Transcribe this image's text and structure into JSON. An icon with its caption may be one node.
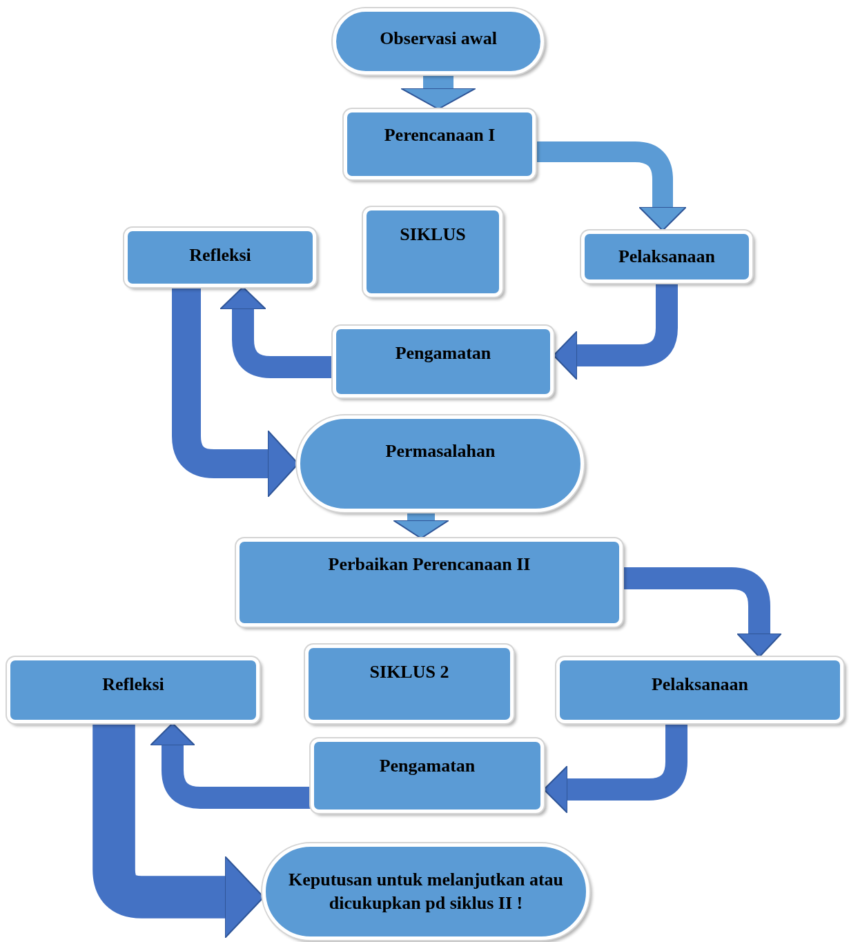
{
  "diagram": {
    "nodes": [
      {
        "text": [
          "Observasi awal"
        ]
      },
      {
        "text": [
          "Perencanaan I"
        ]
      },
      {
        "text": [
          "SIKLUS"
        ]
      },
      {
        "text": [
          "Refleksi"
        ]
      },
      {
        "text": [
          "Pelaksanaan"
        ]
      },
      {
        "text": [
          "Pengamatan"
        ]
      },
      {
        "text": [
          "Permasalahan"
        ]
      },
      {
        "text": [
          "Perbaikan Perencanaan II"
        ]
      },
      {
        "text": [
          "SIKLUS 2"
        ]
      },
      {
        "text": [
          "Refleksi"
        ]
      },
      {
        "text": [
          "Pelaksanaan"
        ]
      },
      {
        "text": [
          "Pengamatan"
        ]
      },
      {
        "text": [
          "Keputusan untuk melanjutkan atau dicukupkan pd siklus II !"
        ]
      }
    ],
    "edges": [
      {
        "from": 0,
        "to": 1,
        "arrow": "to",
        "color": "#5b9bd5"
      },
      {
        "from": 1,
        "to": 4,
        "arrow": "to",
        "color": "#5b9bd5"
      },
      {
        "from": 4,
        "to": 5,
        "arrow": "to"
      },
      {
        "from": 5,
        "to": 3,
        "arrow": "to"
      },
      {
        "from": 3,
        "to": 6,
        "arrow": "to"
      },
      {
        "from": 6,
        "to": 7,
        "arrow": "to",
        "color": "#5b9bd5"
      },
      {
        "from": 7,
        "to": 10,
        "arrow": "to"
      },
      {
        "from": 10,
        "to": 11,
        "arrow": "to"
      },
      {
        "from": 11,
        "to": 9,
        "arrow": "to"
      },
      {
        "from": 9,
        "to": 12,
        "arrow": "to",
        "style": "thick"
      }
    ]
  }
}
